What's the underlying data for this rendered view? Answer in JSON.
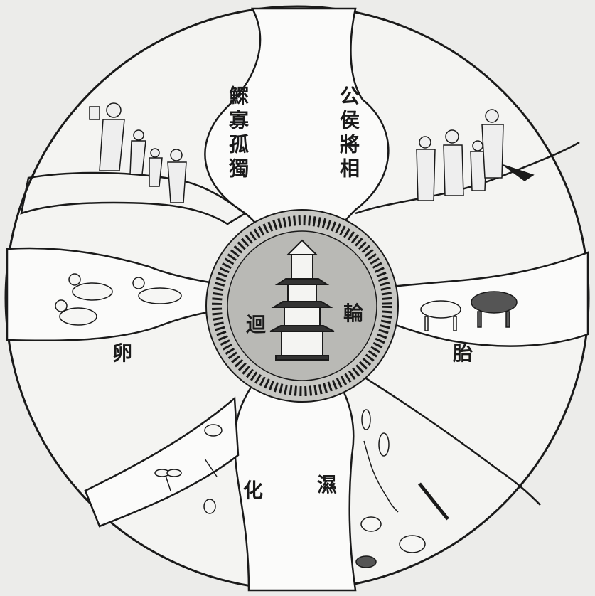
{
  "center": {
    "left_char": "迴",
    "right_char": "輪",
    "pagoda": "pagoda-icon"
  },
  "top_left_label": "鰥寡孤獨",
  "top_right_label": "公侯將相",
  "left_label": "卵",
  "right_label": "胎",
  "bottom_left_label": "化",
  "bottom_right_label": "濕",
  "illustrations": {
    "top_left": "people-icon",
    "top_right": "officials-icon",
    "left": "geese-icon",
    "right": "horse-ox-icon",
    "bottom_left": "insects-icon",
    "bottom_right": "fish-crab-icon"
  },
  "colors": {
    "paper": "#f4f4f2",
    "ink": "#1a1a1a",
    "hub": "#b9b9b5",
    "outer": "#ececea"
  }
}
